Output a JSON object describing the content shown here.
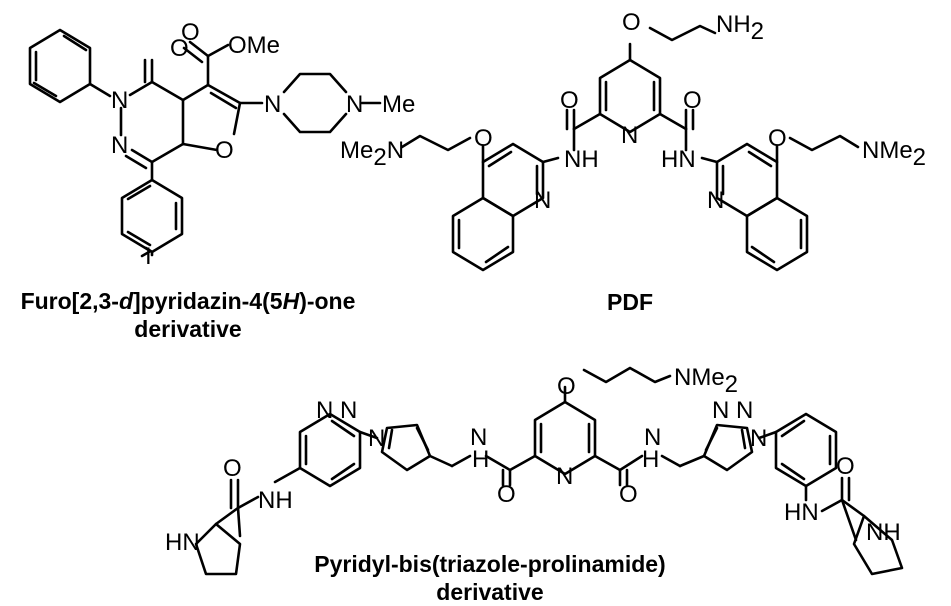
{
  "captions": {
    "furo_line1_a": "Furo[2,3-",
    "furo_line1_b": "d",
    "furo_line1_c": "]pyridazin-4(5",
    "furo_line1_d": "H",
    "furo_line1_e": ")-one",
    "furo_line2": "derivative",
    "pdf": "PDF",
    "pyridyl_line1": "Pyridyl-bis(triazole-prolinamide)",
    "pyridyl_line2": "derivative"
  },
  "atoms": {
    "O": "O",
    "N": "N",
    "OMe": "OMe",
    "Me": "Me",
    "I": "I",
    "NH": "NH",
    "HN": "HN",
    "NH2_main": "NH",
    "NH2_sub": "2",
    "Me2N_main": "Me",
    "Me2N_sub": "2",
    "Me2N_tail": "N",
    "NMe2_main": "NMe",
    "NMe2_sub": "2",
    "dash_Me": "–Me"
  }
}
